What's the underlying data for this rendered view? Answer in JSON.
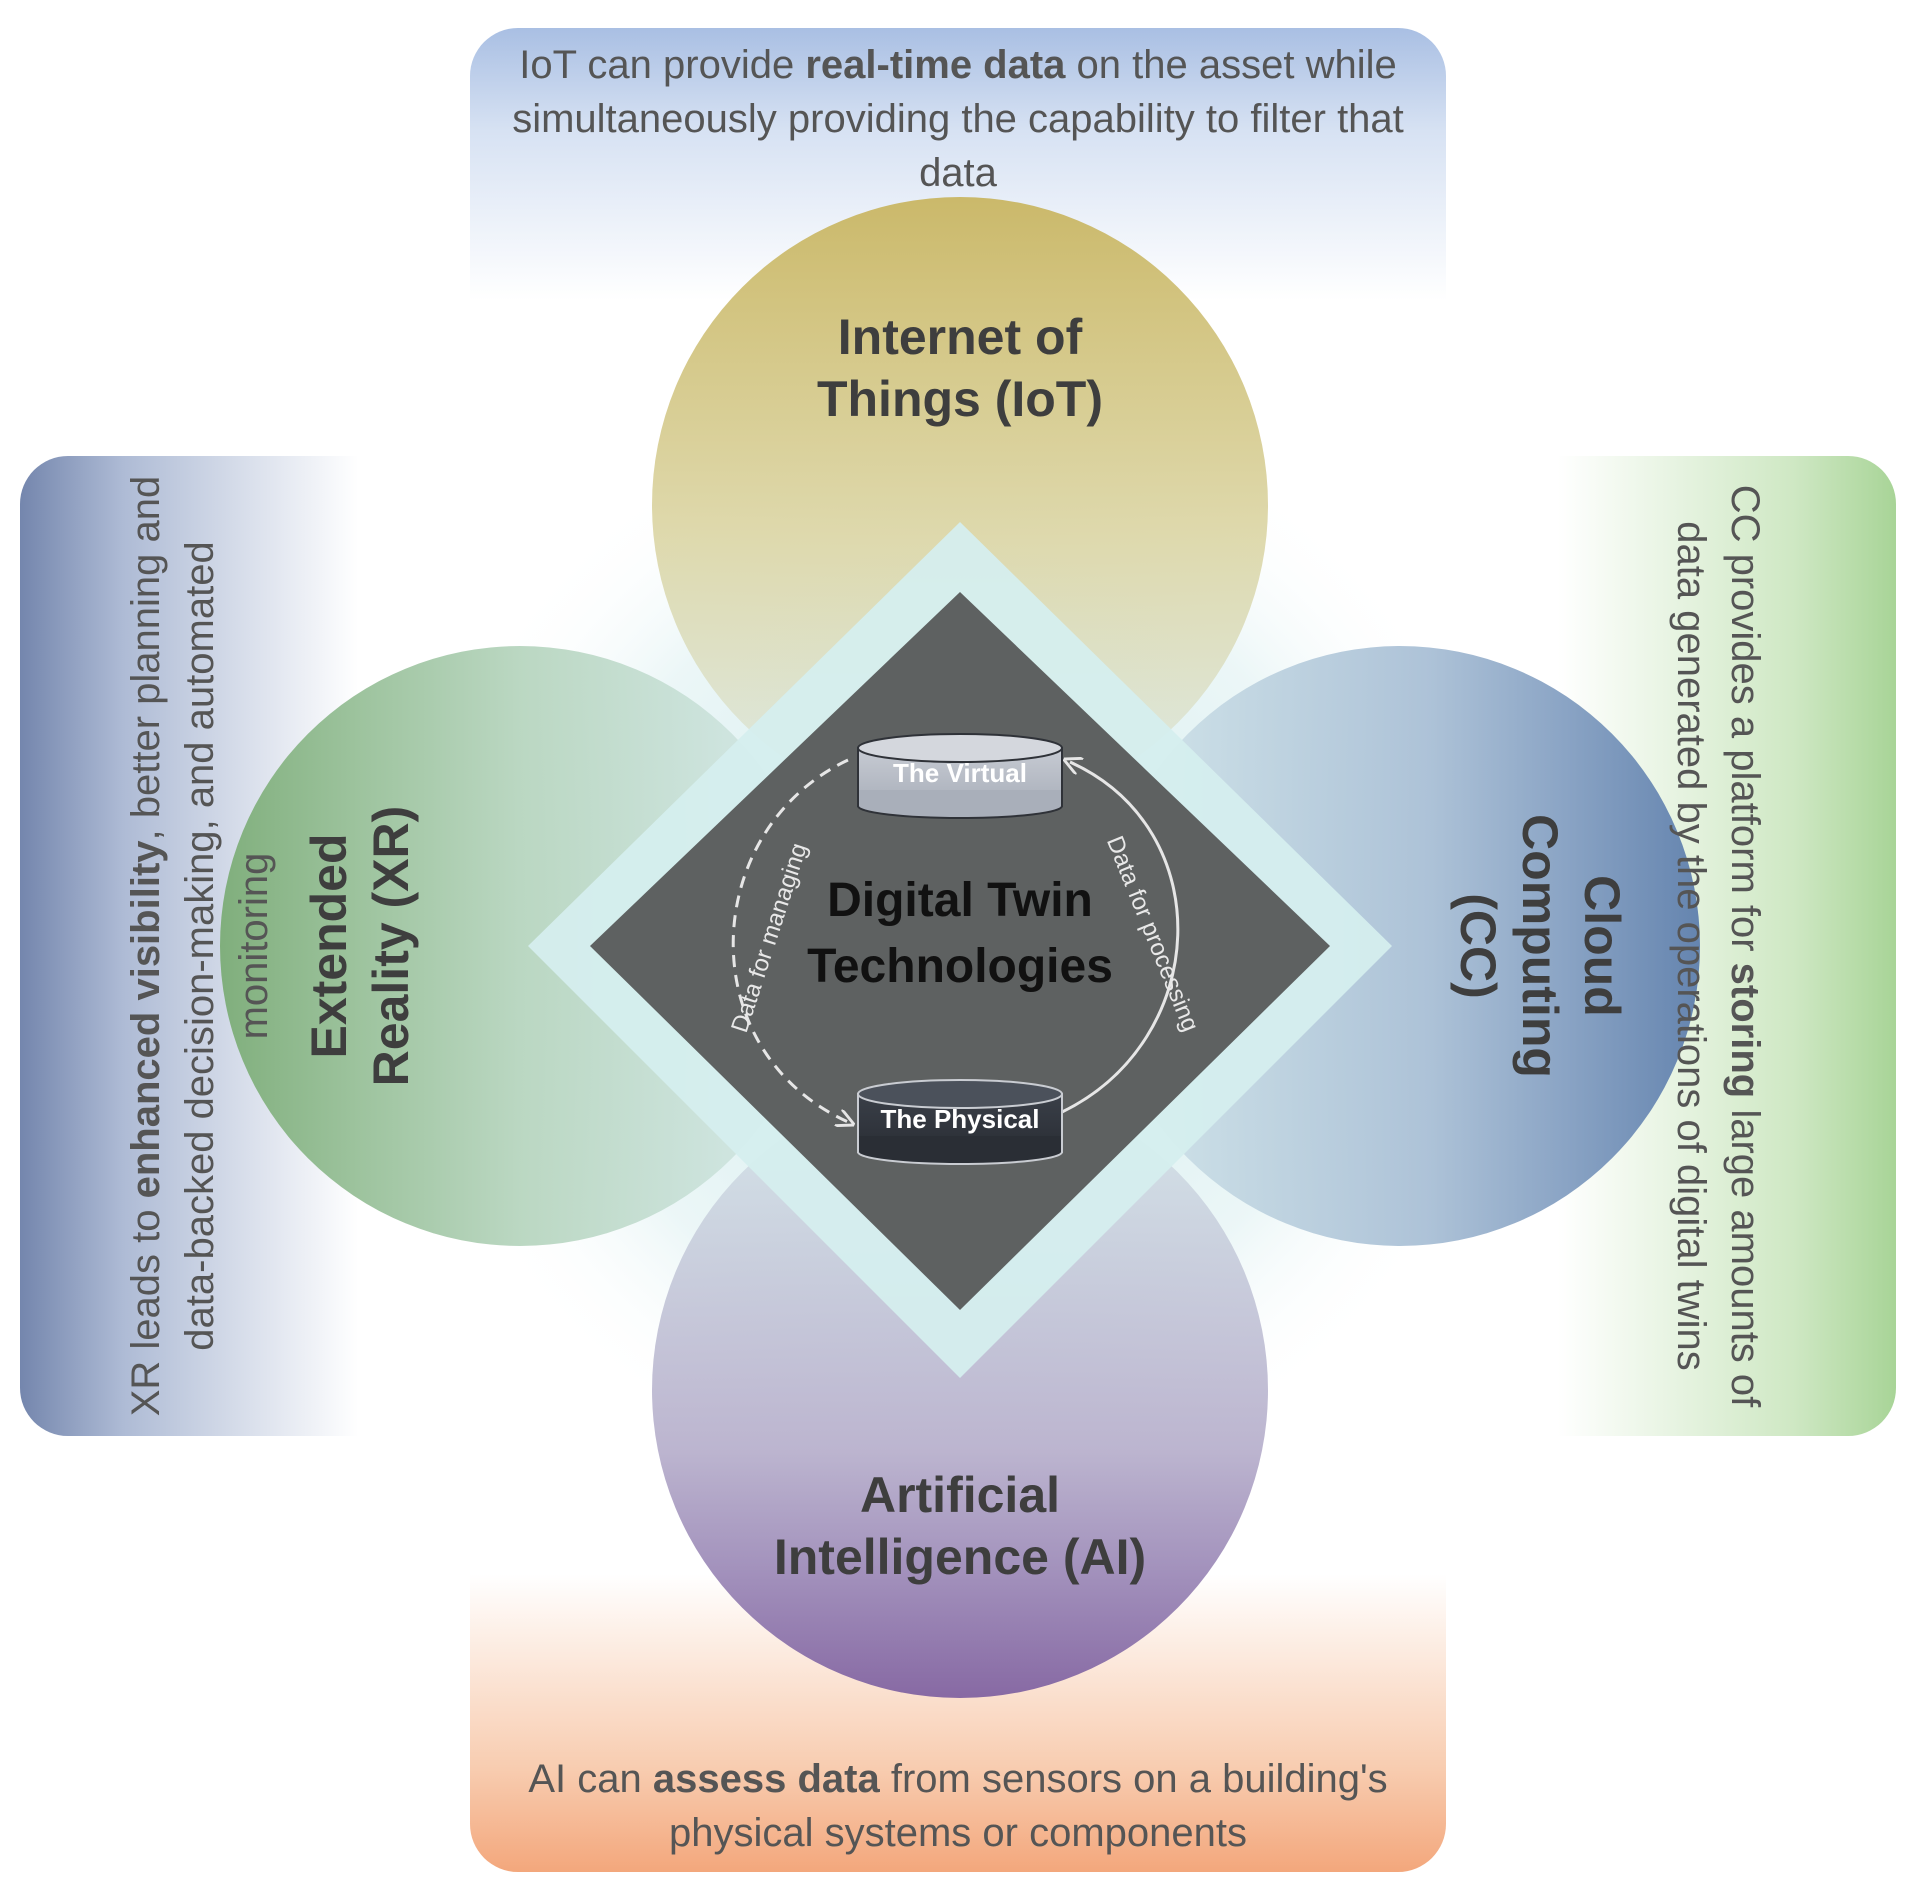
{
  "center": {
    "title_line1": "Digital Twin",
    "title_line2": "Technologies",
    "virtual_label": "The Virtual",
    "physical_label": "The Physical",
    "arrow_left_label": "Data for managing",
    "arrow_right_label": "Data for processing"
  },
  "technologies": {
    "iot": {
      "title_line1": "Internet of",
      "title_line2": "Things (IoT)",
      "desc_pre": "IoT can provide ",
      "desc_bold": "real-time data",
      "desc_post": " on the asset while simultaneously providing the capability to filter that data"
    },
    "ai": {
      "title_line1": "Artificial",
      "title_line2": "Intelligence (AI)",
      "desc_pre": "AI can ",
      "desc_bold": "assess data",
      "desc_post": " from sensors on a building's physical systems or components"
    },
    "xr": {
      "title_line1": "Extended",
      "title_line2": "Reality (XR)",
      "desc_pre": "XR leads to ",
      "desc_bold": "enhanced visibility",
      "desc_post": ", better planning and data-backed decision-making, and automated monitoring"
    },
    "cc": {
      "title_line1": "Cloud",
      "title_line2": "Computing",
      "title_line3": "(CC)",
      "desc_pre": "CC provides a platform for ",
      "desc_bold": "storing",
      "desc_post": " large amounts of data generated by the operations of digital twins"
    }
  },
  "colors": {
    "iot": "#c8b45e",
    "ai": "#7d5fa0",
    "xr": "#79ab73",
    "cc": "#5a7bab",
    "center_diamond": "#5e6161"
  }
}
